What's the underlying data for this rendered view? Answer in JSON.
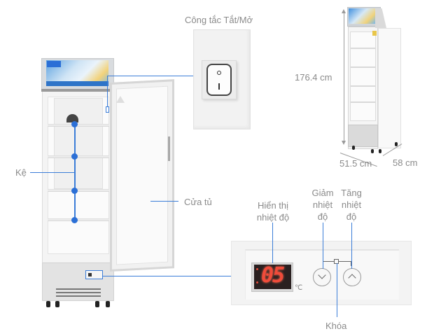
{
  "product": {
    "type": "upright-display-fridge",
    "accent_color": "#3b7dd8"
  },
  "callouts": {
    "power_switch": "Công tắc Tắt/Mở",
    "shelves": "Kệ",
    "door": "Cửa tủ",
    "temperature_display": [
      "Hiển thị",
      "nhiệt độ"
    ],
    "decrease_temp": [
      "Giảm",
      "nhiệt",
      "độ"
    ],
    "increase_temp": [
      "Tăng",
      "nhiệt",
      "độ"
    ],
    "lock": "Khóa"
  },
  "dimensions": {
    "height": "176.4 cm",
    "width": "51.5 cm",
    "depth": "58 cm"
  },
  "control_panel": {
    "display_value": "05",
    "unit": "℃",
    "display_color": "#f04b3a",
    "decrease_icon": "chevron-down-icon",
    "increase_icon": "chevron-up-icon",
    "lock_icon": "lock-icon"
  },
  "switch": {
    "off_symbol": "O",
    "on_symbol": "I"
  }
}
